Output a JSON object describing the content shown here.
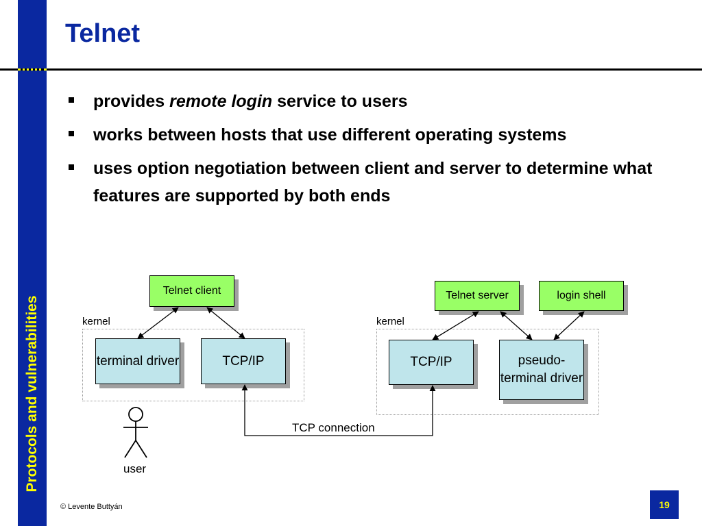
{
  "slide": {
    "title": "Telnet",
    "sidebar_text": "Protocols and vulnerabilities",
    "bullets": [
      {
        "prefix": "provides ",
        "emphasis": "remote login",
        "suffix": " service to users"
      },
      {
        "text": "works between hosts that use different operating systems"
      },
      {
        "text": "uses option negotiation between client and server to determine what features are supported by both ends"
      }
    ],
    "footer": {
      "copyright": "©   Levente Buttyán",
      "page_number": "19"
    }
  },
  "diagram": {
    "client": {
      "app": "Telnet client",
      "kernel_label": "kernel",
      "terminal_driver": "terminal driver",
      "tcpip": "TCP/IP"
    },
    "server": {
      "app": "Telnet server",
      "login_shell": "login shell",
      "kernel_label": "kernel",
      "tcpip": "TCP/IP",
      "pseudo_terminal": "pseudo-terminal driver"
    },
    "connection_label": "TCP connection",
    "user_label": "user"
  },
  "colors": {
    "accent_blue": "#0a28a0",
    "sidebar_text": "#ffff00",
    "app_box": "#99ff66",
    "kernel_box": "#bfe5eb"
  }
}
